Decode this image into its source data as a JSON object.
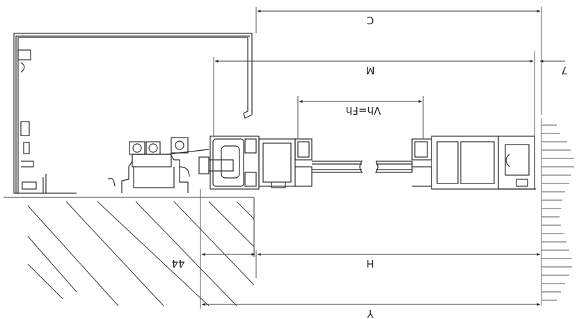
{
  "dimensions": {
    "c": "C",
    "m": "M",
    "vh_fh": "Vh=Fh",
    "seven": "7",
    "h": "H",
    "forty_four": "44",
    "y": "Y"
  }
}
